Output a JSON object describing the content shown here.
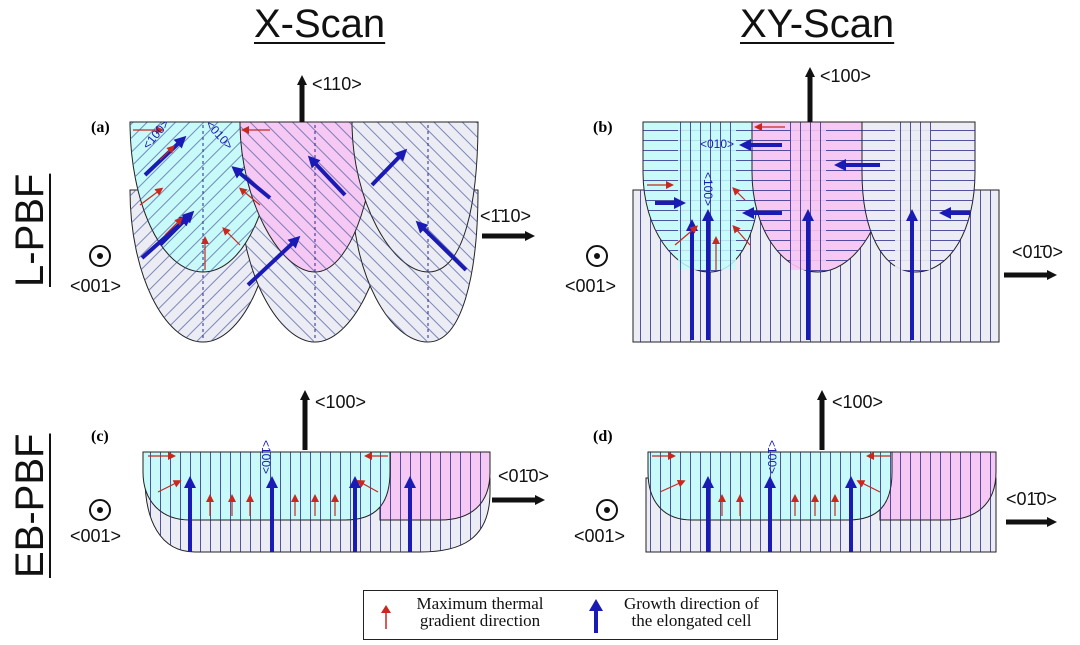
{
  "columns": [
    "X-Scan",
    "XY-Scan"
  ],
  "rows": [
    "L-PBF",
    "EB-PBF"
  ],
  "panels": {
    "a": {
      "label": "(a)",
      "up_dir": "<110>",
      "right_dir": "<1̄10>",
      "out_dir": "<001>",
      "inner_labels": [
        "<100>",
        "<010>"
      ]
    },
    "b": {
      "label": "(b)",
      "up_dir": "<100>",
      "right_dir": "<01̄0>",
      "out_dir": "<001>",
      "inner_labels": [
        "<010>",
        "<100>"
      ]
    },
    "c": {
      "label": "(c)",
      "up_dir": "<100>",
      "right_dir": "<01̄0>",
      "out_dir": "<001>",
      "inner_labels": [
        "<100>"
      ]
    },
    "d": {
      "label": "(d)",
      "up_dir": "<100>",
      "right_dir": "<01̄0>",
      "out_dir": "<001>",
      "inner_labels": [
        "<100>"
      ]
    }
  },
  "legend": {
    "thermal_line1": "Maximum thermal",
    "thermal_line2": "gradient direction",
    "growth_line1": "Growth direction of",
    "growth_line2": "the elongated cell"
  },
  "colors": {
    "cyan": "#c8fafa",
    "pink": "#f6c8f4",
    "lavender": "#ececf4",
    "blue_arrow": "#1a1ab4",
    "red_arrow": "#c8281e",
    "hatch": "#2a2a8c"
  }
}
